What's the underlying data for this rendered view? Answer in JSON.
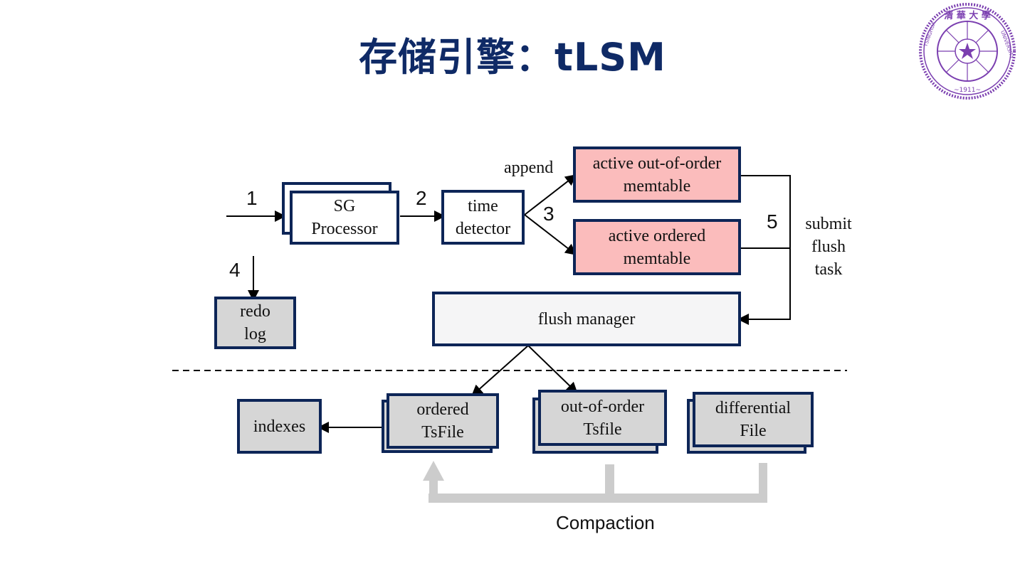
{
  "slide": {
    "title": "存储引擎：tLSM",
    "logo": {
      "name": "Tsinghua University seal",
      "top_text": "清华大学",
      "side_text": "TSINGHUA UNIVERSITY",
      "year": "1911",
      "color": "#7b3fb0"
    }
  },
  "diagram": {
    "step_labels": {
      "s1": "1",
      "s2": "2",
      "s3": "3",
      "s4": "4",
      "s5": "5"
    },
    "edge_labels": {
      "append": "append",
      "submit_flush_task": "submit\nflush\ntask"
    },
    "nodes": {
      "sg_processor": "SG\nProcessor",
      "time_detector": "time\ndetector",
      "active_out_of_order_memtable": "active out-of-order\nmemtable",
      "active_ordered_memtable": "active ordered\nmemtable",
      "redo_log": "redo\nlog",
      "flush_manager": "flush manager",
      "indexes": "indexes",
      "ordered_tsfile": "ordered\nTsFile",
      "out_of_order_tsfile": "out-of-order\nTsfile",
      "differential_file": "differential\nFile"
    },
    "compaction_label": "Compaction",
    "colors": {
      "border": "#0d2557",
      "memtable_fill": "#fbbcbc",
      "file_fill": "#d6d6d6",
      "manager_fill": "#f5f5f6",
      "compaction_arrow": "#cccccc",
      "title": "#0f2a66"
    }
  }
}
